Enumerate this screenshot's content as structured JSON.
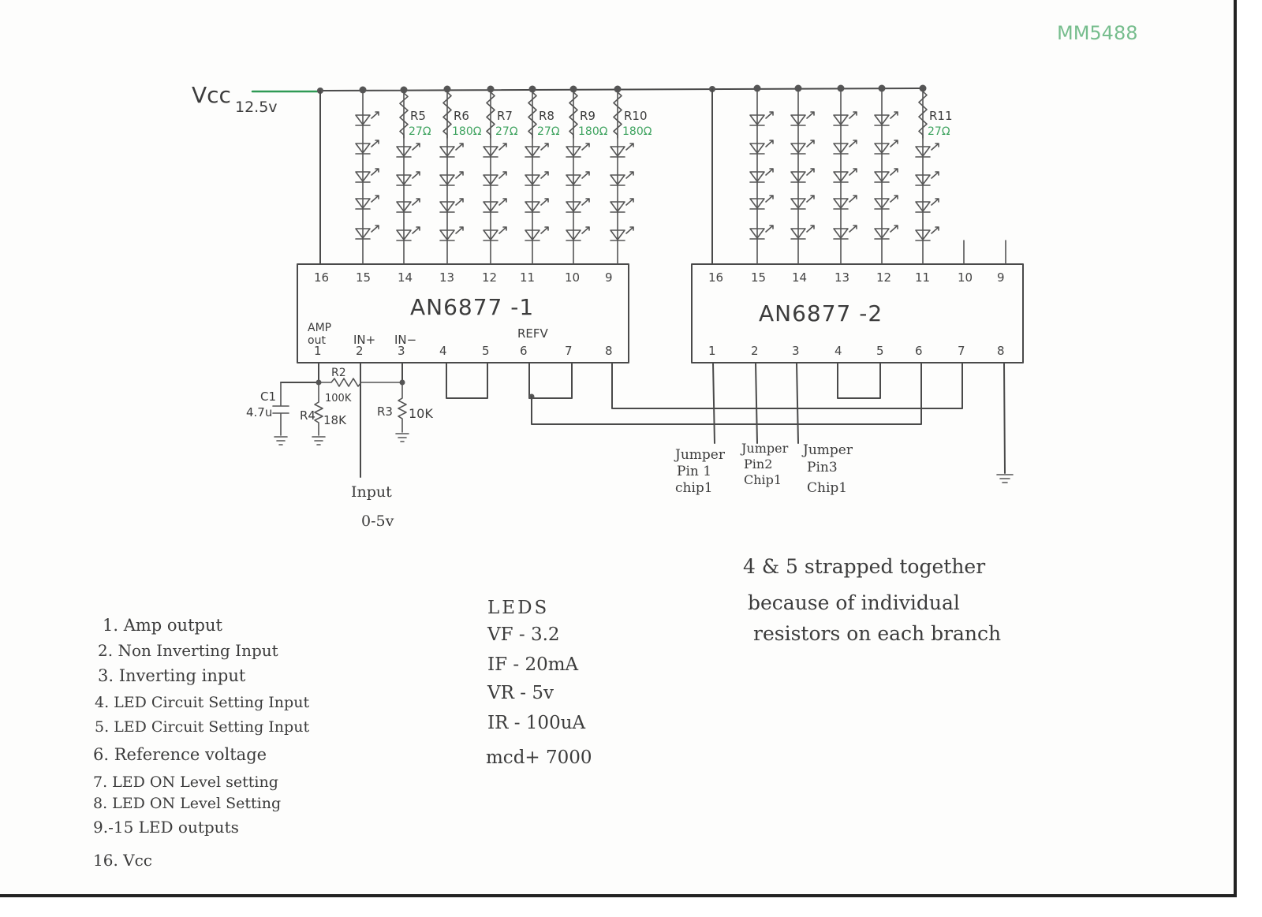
{
  "watermark": "MM5488",
  "supply": {
    "label": "Vcc",
    "voltage": "12.5v"
  },
  "chip1": {
    "name": "AN6877 -1",
    "top_pins": [
      "16",
      "15",
      "14",
      "13",
      "12",
      "11",
      "10",
      "9"
    ],
    "bottom_pins": [
      "1",
      "2",
      "3",
      "4",
      "5",
      "6",
      "7",
      "8"
    ],
    "pin_labels": {
      "amp": "AMP",
      "out": "out",
      "in_plus": "IN+",
      "in_minus": "IN−",
      "refv": "REFV"
    }
  },
  "chip2": {
    "name": "AN6877 -2",
    "top_pins": [
      "16",
      "15",
      "14",
      "13",
      "12",
      "11",
      "10",
      "9"
    ],
    "bottom_pins": [
      "1",
      "2",
      "3",
      "4",
      "5",
      "6",
      "7",
      "8"
    ]
  },
  "resistors_top": [
    {
      "name": "R5",
      "value": "27Ω"
    },
    {
      "name": "R6",
      "value": "180Ω"
    },
    {
      "name": "R7",
      "value": "27Ω"
    },
    {
      "name": "R8",
      "value": "27Ω"
    },
    {
      "name": "R9",
      "value": "180Ω"
    },
    {
      "name": "R10",
      "value": "180Ω"
    },
    {
      "name": "R11",
      "value": "27Ω"
    }
  ],
  "input_network": {
    "c1_name": "C1",
    "c1_value": "4.7u",
    "r2_name": "R2",
    "r2_value": "100K",
    "r4_name": "R4",
    "r4_value": "18K",
    "r3_name": "R3",
    "r3_value": "10K",
    "input_label": "Input",
    "input_range": "0-5v"
  },
  "jumpers": [
    {
      "line1": "Jumper",
      "line2": "Pin 1",
      "line3": "chip1"
    },
    {
      "line1": "Jumper",
      "line2": "Pin2",
      "line3": "Chip1"
    },
    {
      "line1": "Jumper",
      "line2": "Pin3",
      "line3": "Chip1"
    }
  ],
  "strap_note": [
    "4 & 5  strapped  together",
    "because  of  individual",
    "resistors  on  each  branch"
  ],
  "pin_legend": [
    "1. Amp output",
    "2. Non Inverting Input",
    "3. Inverting input",
    "4. LED Circuit Setting Input",
    "5. LED Circuit Setting Input",
    "6. Reference voltage",
    "7. LED ON Level setting",
    "8. LED ON Level Setting",
    "9.-15 LED outputs",
    "16. Vcc"
  ],
  "led_specs": {
    "title": "LEDS",
    "lines": [
      "VF - 3.2",
      "IF - 20mA",
      "VR - 5v",
      "IR - 100uA",
      "mcd+ 7000"
    ]
  }
}
